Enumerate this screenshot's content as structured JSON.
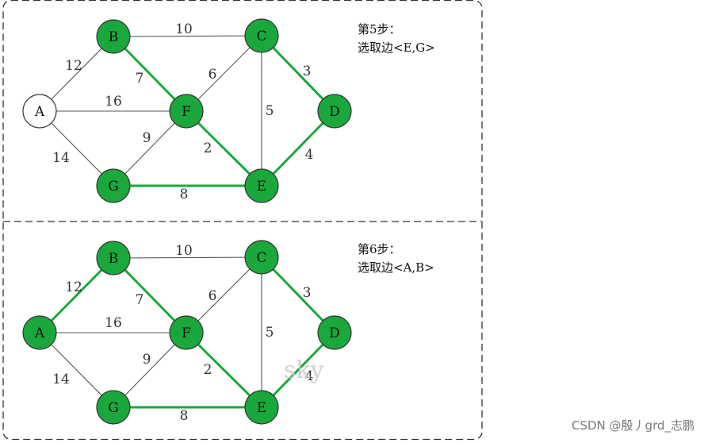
{
  "colors": {
    "node_selected_fill": "#1aa83c",
    "node_unselected_fill": "#ffffff",
    "edge_selected": "#1aa83c",
    "edge_default": "#555555",
    "panel_border": "#333333"
  },
  "panels": [
    {
      "step_title": "第5步：",
      "step_desc": "选取边<E,G>",
      "nodes": [
        {
          "id": "A",
          "selected": false
        },
        {
          "id": "B",
          "selected": true
        },
        {
          "id": "C",
          "selected": true
        },
        {
          "id": "D",
          "selected": true
        },
        {
          "id": "E",
          "selected": true
        },
        {
          "id": "F",
          "selected": true
        },
        {
          "id": "G",
          "selected": true
        }
      ],
      "edges": [
        {
          "from": "A",
          "to": "B",
          "weight": "12",
          "selected": false
        },
        {
          "from": "A",
          "to": "F",
          "weight": "16",
          "selected": false
        },
        {
          "from": "A",
          "to": "G",
          "weight": "14",
          "selected": false
        },
        {
          "from": "B",
          "to": "C",
          "weight": "10",
          "selected": false
        },
        {
          "from": "B",
          "to": "F",
          "weight": "7",
          "selected": true
        },
        {
          "from": "C",
          "to": "F",
          "weight": "6",
          "selected": false
        },
        {
          "from": "C",
          "to": "D",
          "weight": "3",
          "selected": true
        },
        {
          "from": "C",
          "to": "E",
          "weight": "5",
          "selected": false
        },
        {
          "from": "D",
          "to": "E",
          "weight": "4",
          "selected": true
        },
        {
          "from": "F",
          "to": "E",
          "weight": "2",
          "selected": true
        },
        {
          "from": "F",
          "to": "G",
          "weight": "9",
          "selected": false
        },
        {
          "from": "G",
          "to": "E",
          "weight": "8",
          "selected": true
        }
      ]
    },
    {
      "step_title": "第6步：",
      "step_desc": "选取边<A,B>",
      "nodes": [
        {
          "id": "A",
          "selected": true
        },
        {
          "id": "B",
          "selected": true
        },
        {
          "id": "C",
          "selected": true
        },
        {
          "id": "D",
          "selected": true
        },
        {
          "id": "E",
          "selected": true
        },
        {
          "id": "F",
          "selected": true
        },
        {
          "id": "G",
          "selected": true
        }
      ],
      "edges": [
        {
          "from": "A",
          "to": "B",
          "weight": "12",
          "selected": true
        },
        {
          "from": "A",
          "to": "F",
          "weight": "16",
          "selected": false
        },
        {
          "from": "A",
          "to": "G",
          "weight": "14",
          "selected": false
        },
        {
          "from": "B",
          "to": "C",
          "weight": "10",
          "selected": false
        },
        {
          "from": "B",
          "to": "F",
          "weight": "7",
          "selected": true
        },
        {
          "from": "C",
          "to": "F",
          "weight": "6",
          "selected": false
        },
        {
          "from": "C",
          "to": "D",
          "weight": "3",
          "selected": true
        },
        {
          "from": "C",
          "to": "E",
          "weight": "5",
          "selected": false
        },
        {
          "from": "D",
          "to": "E",
          "weight": "4",
          "selected": true
        },
        {
          "from": "F",
          "to": "E",
          "weight": "2",
          "selected": true
        },
        {
          "from": "F",
          "to": "G",
          "weight": "9",
          "selected": false
        },
        {
          "from": "G",
          "to": "E",
          "weight": "8",
          "selected": true
        }
      ]
    }
  ],
  "watermark_text": "sky",
  "footer_watermark": "CSDN @殷丿grd_志鹏"
}
